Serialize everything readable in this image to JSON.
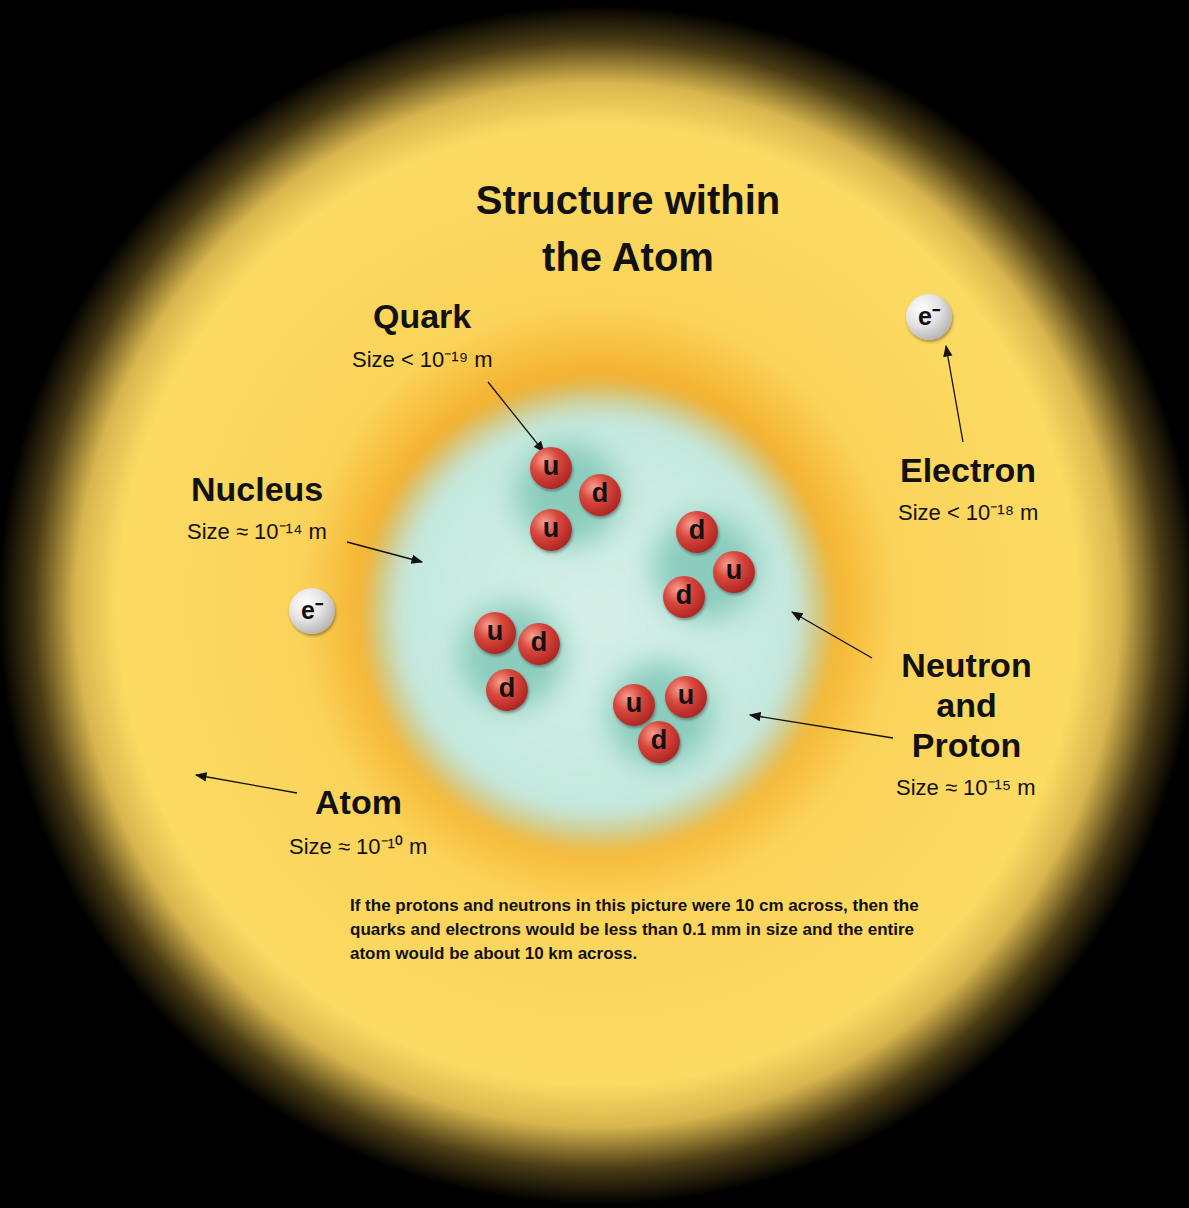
{
  "diagram": {
    "title": "Structure within the Atom",
    "caption": "If the protons and neutrons in this picture were 10 cm across, then the quarks and electrons would be less than 0.1 mm in size and the entire atom would be about 10 km across.",
    "nodes": [
      {
        "text": [
          "u"
        ]
      },
      {
        "text": [
          "d"
        ]
      },
      {
        "text": [
          "u"
        ]
      },
      {
        "text": [
          "d"
        ]
      },
      {
        "text": [
          "u"
        ]
      },
      {
        "text": [
          "d"
        ]
      },
      {
        "text": [
          "u"
        ]
      },
      {
        "text": [
          "d"
        ]
      },
      {
        "text": [
          "d"
        ]
      },
      {
        "text": [
          "u"
        ]
      },
      {
        "text": [
          "u"
        ]
      },
      {
        "text": [
          "d"
        ]
      },
      {
        "text": [
          "e⁻"
        ]
      },
      {
        "text": [
          "e⁻"
        ]
      }
    ],
    "labels": [
      "Quark",
      "Size < 10⁻¹⁹ m",
      "Nucleus",
      "Size ≈ 10⁻¹⁴ m",
      "Electron",
      "Size < 10⁻¹⁸ m",
      "Neutron and Proton",
      "Size ≈ 10⁻¹⁵ m",
      "Atom",
      "Size ≈ 10⁻¹⁰ m"
    ]
  }
}
